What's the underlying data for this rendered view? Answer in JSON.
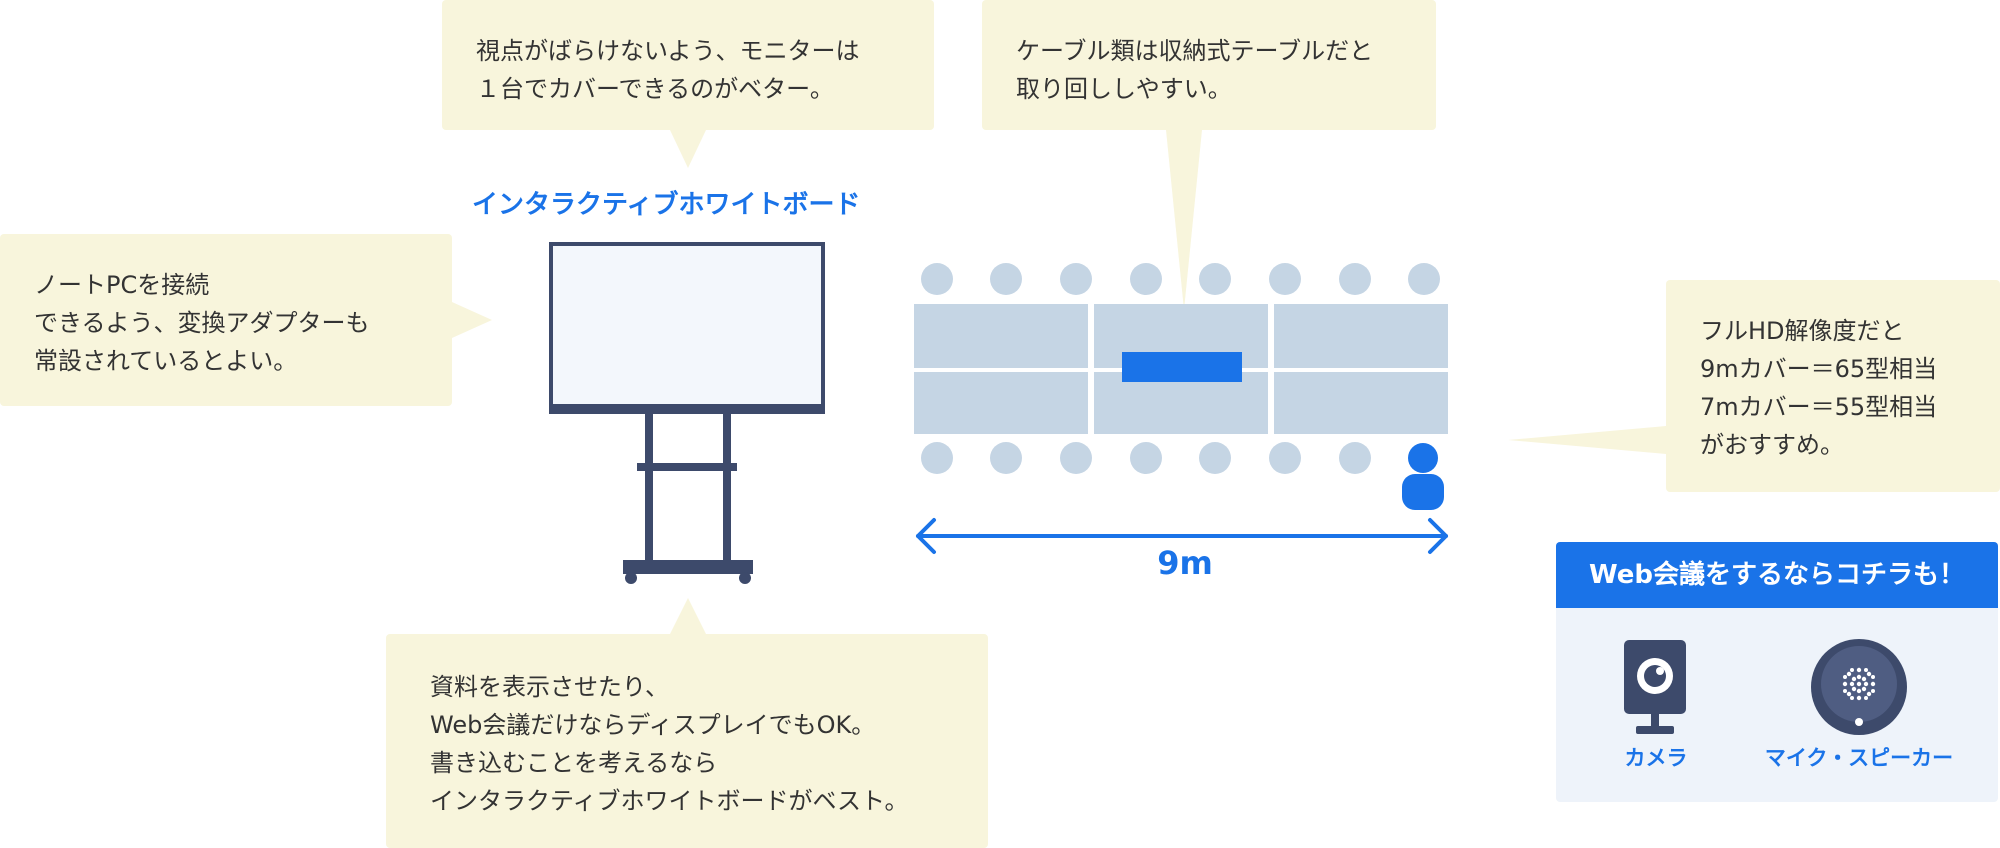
{
  "callouts": {
    "top_left": "視点がばらけないよう、モニターは\n１台でカバーできるのがベター。",
    "top_right": "ケーブル類は収納式テーブルだと\n取り回ししやすい。",
    "left": "ノートPCを接続\nできるよう、変換アダプターも\n常設されているとよい。",
    "right": "フルHD解像度だと\n9mカバー＝65型相当\n7mカバー＝55型相当\nがおすすめ。",
    "bottom": "資料を表示させたり、\nWeb会議だけならディスプレイでもOK。\n書き込むことを考えるなら\nインタラクティブホワイトボードがベスト。"
  },
  "labels": {
    "whiteboard": "インタラクティブホワイトボード",
    "distance": "9m"
  },
  "web_meeting": {
    "title": "Web会議をするならコチラも！",
    "camera": "カメラ",
    "mic_speaker": "マイク・スピーカー"
  },
  "colors": {
    "accent": "#1a73e8",
    "bubble": "#f8f5dc",
    "table": "#c5d5e4",
    "stand": "#3d4a6b",
    "panel": "#eef3fa"
  },
  "icons": [
    "whiteboard-icon",
    "table-icon",
    "chair-icon",
    "person-icon",
    "camera-icon",
    "speaker-icon",
    "double-arrow-icon"
  ]
}
